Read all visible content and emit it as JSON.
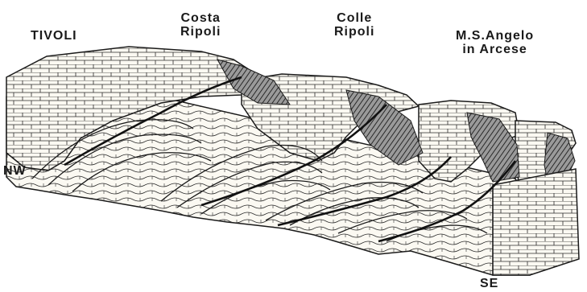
{
  "labels": {
    "tivoli": "TIVOLI",
    "costa_line1": "Costa",
    "costa_line2": "Ripoli",
    "colle_line1": "Colle",
    "colle_line2": "Ripoli",
    "angelo_line1": "M.S.Angelo",
    "angelo_line2": "in Arcese",
    "nw": "NW",
    "se": "SE"
  },
  "colors": {
    "background": "#ffffff",
    "ink": "#1a1a1a",
    "paper": "#fbf9f2",
    "shade": "#4a4a4a"
  }
}
